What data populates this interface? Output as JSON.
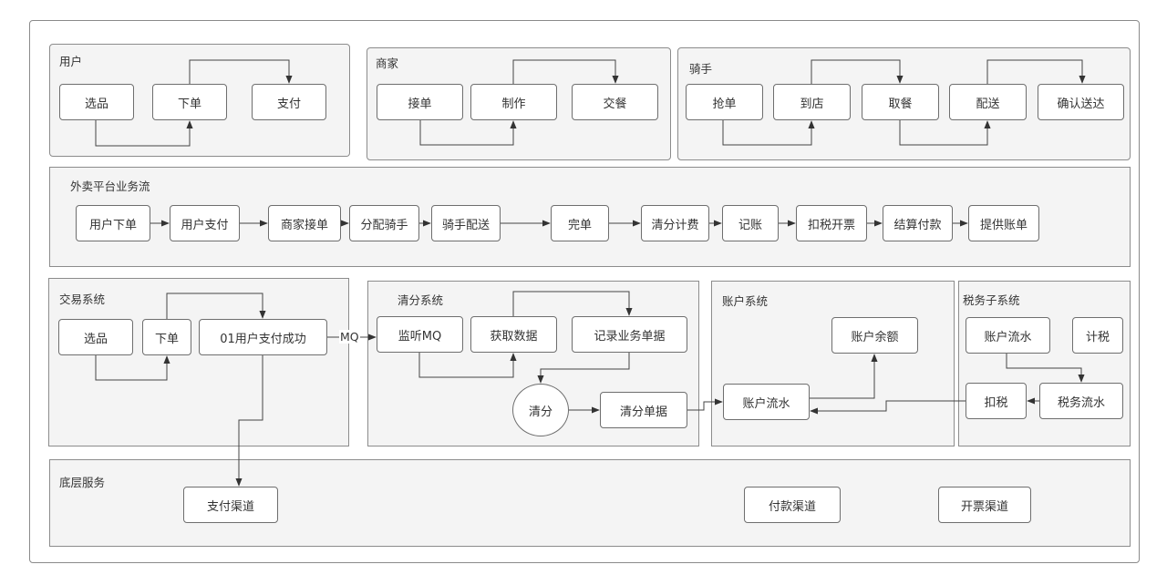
{
  "groups": {
    "user": {
      "label": "用户",
      "nodes": [
        "选品",
        "下单",
        "支付"
      ]
    },
    "merchant": {
      "label": "商家",
      "nodes": [
        "接单",
        "制作",
        "交餐"
      ]
    },
    "rider": {
      "label": "骑手",
      "nodes": [
        "抢单",
        "到店",
        "取餐",
        "配送",
        "确认送达"
      ]
    },
    "flow": {
      "label": "外卖平台业务流",
      "nodes": [
        "用户下单",
        "用户支付",
        "商家接单",
        "分配骑手",
        "骑手配送",
        "完单",
        "清分计费",
        "记账",
        "扣税开票",
        "结算付款",
        "提供账单"
      ]
    },
    "trade": {
      "label": "交易系统",
      "nodes": [
        "选品",
        "下单",
        "01用户支付成功"
      ]
    },
    "clearing": {
      "label": "清分系统",
      "nodes": [
        "监听MQ",
        "获取数据",
        "记录业务单据",
        "清分",
        "清分单据"
      ]
    },
    "account": {
      "label": "账户系统",
      "nodes": [
        "账户余额",
        "账户流水"
      ]
    },
    "tax": {
      "label": "税务子系统",
      "nodes": [
        "账户流水",
        "计税",
        "扣税",
        "税务流水"
      ]
    },
    "base": {
      "label": "底层服务",
      "nodes": [
        "支付渠道",
        "付款渠道",
        "开票渠道"
      ]
    }
  },
  "edges": {
    "mq_label": "MQ"
  },
  "colors": {
    "group_fill": "#f4f4f4",
    "group_border": "#8c8c8c",
    "node_border": "#6e6e6e",
    "wire": "#444444"
  }
}
